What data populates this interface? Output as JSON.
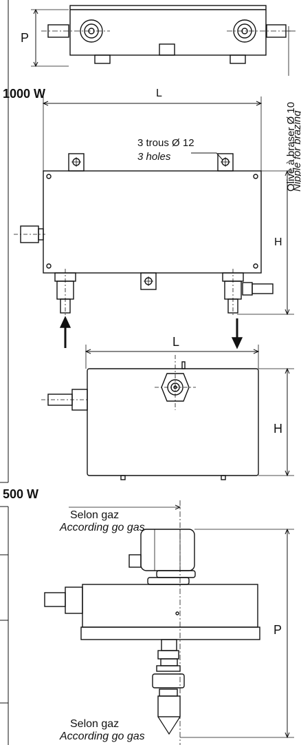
{
  "top_view": {
    "dim_P": "P"
  },
  "side_note": {
    "fr": "Olive à braser Ø 10",
    "en": "Nipple for brazing"
  },
  "model_1000": {
    "title": "1000 W",
    "dim_L": "L",
    "dim_H": "H",
    "holes_fr": "3 trous Ø 12",
    "holes_en": "3 holes"
  },
  "model_500_box": {
    "dim_L": "L",
    "dim_H": "H"
  },
  "model_500": {
    "title": "500 W",
    "gas_top_fr": "Selon gaz",
    "gas_top_en": "According go gas",
    "dim_P": "P",
    "gas_bottom_fr": "Selon gaz",
    "gas_bottom_en": "According go gas"
  }
}
